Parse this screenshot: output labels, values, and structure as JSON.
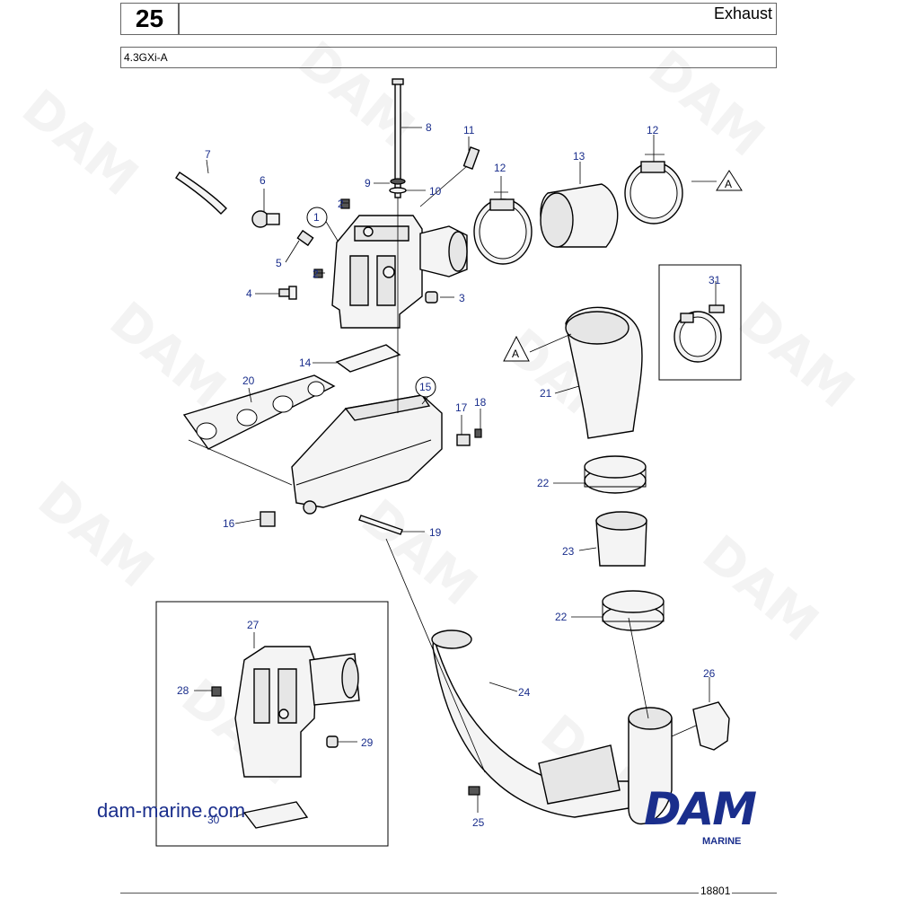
{
  "header": {
    "section": "25",
    "title": "Exhaust",
    "model": "4.3GXi-A"
  },
  "watermark": "DAM",
  "callouts": {
    "c1": "1",
    "c2a": "2",
    "c2b": "2",
    "c3": "3",
    "c4": "4",
    "c5": "5",
    "c6": "6",
    "c7": "7",
    "c8": "8",
    "c9": "9",
    "c10": "10",
    "c11": "11",
    "c12a": "12",
    "c12b": "12",
    "c13": "13",
    "c14": "14",
    "c15": "15",
    "c16": "16",
    "c17": "17",
    "c18": "18",
    "c19": "19",
    "c20": "20",
    "c21": "21",
    "c22a": "22",
    "c22b": "22",
    "c23": "23",
    "c24": "24",
    "c25": "25",
    "c26": "26",
    "c27": "27",
    "c28": "28",
    "c29": "29",
    "c30": "30",
    "c31": "31",
    "refA1": "A",
    "refA2": "A"
  },
  "footer": {
    "url": "dam-marine.com",
    "brand": "DAM",
    "brand_sub": "MARINE",
    "drawing_id": "18801"
  }
}
